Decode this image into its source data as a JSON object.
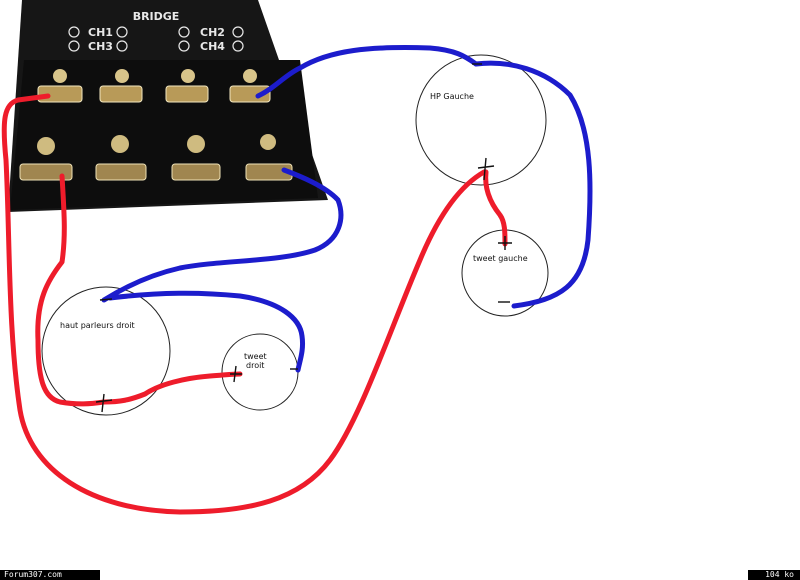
{
  "amplifier": {
    "bridge_label": "BRIDGE",
    "channel_labels": [
      "CH1",
      "CH3",
      "CH2",
      "CH4"
    ]
  },
  "speakers": {
    "hp_gauche": "HP Gauche",
    "tweet_gauche": "tweet gauche",
    "haut_parleurs_droit": "haut parleurs droit",
    "tweet_droit_line1": "tweet",
    "tweet_droit_line2": "droit"
  },
  "footer": {
    "left": "Forum307.com",
    "right": "104 ko"
  },
  "colors": {
    "positive_wire": "#ee1c2b",
    "negative_wire": "#1c1ccc",
    "amplifier_body": "#1a1a1a"
  }
}
